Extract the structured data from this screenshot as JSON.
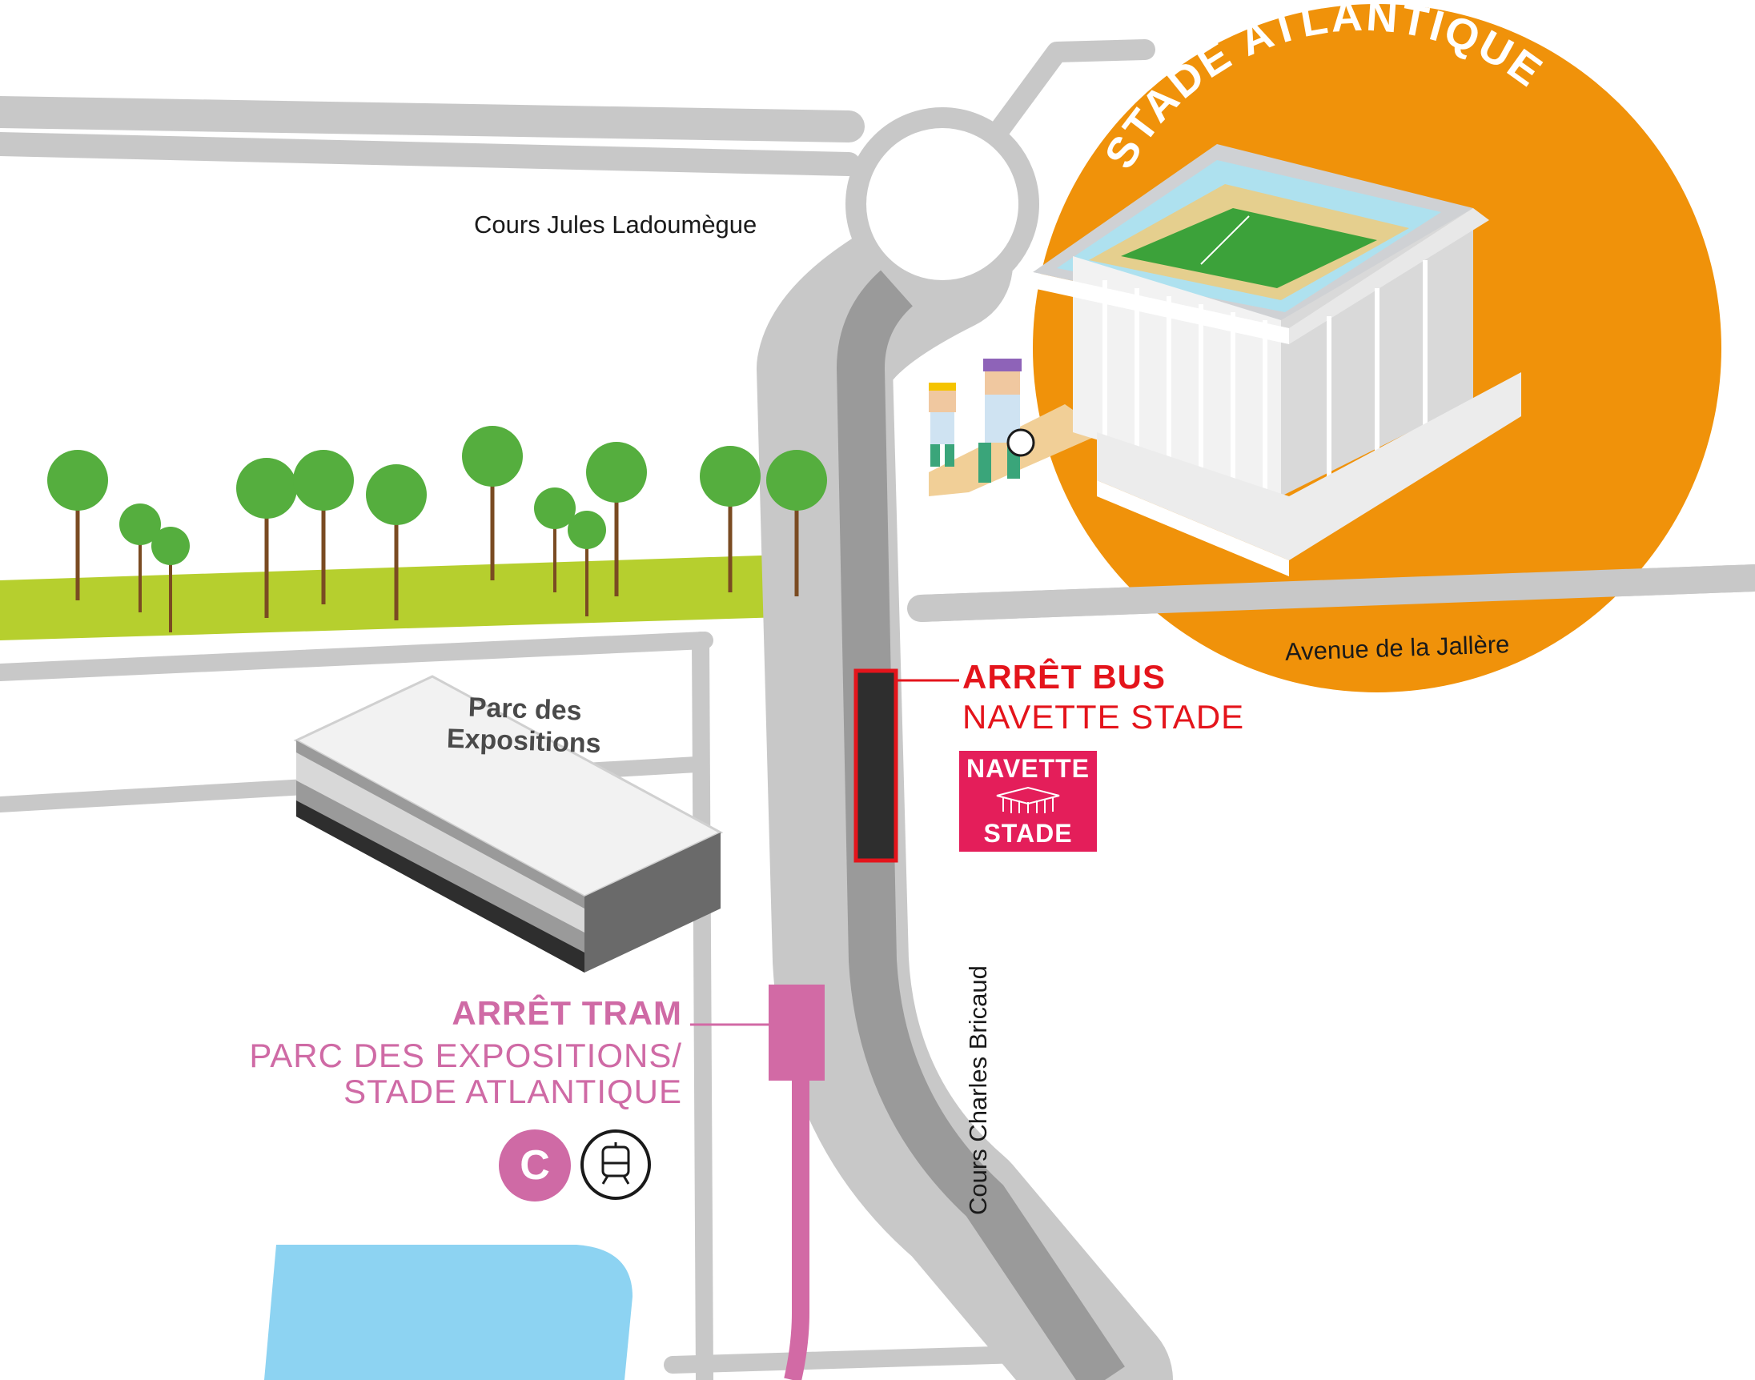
{
  "map": {
    "title": "Stade Atlantique access map",
    "colors": {
      "road": "#c8c8c8",
      "shuttle_lane": "#9a9a9a",
      "grass": "#b6cf2e",
      "water": "#8dd3f2",
      "stadium_disc": "#f0920a",
      "tram_line": "#d26aa5",
      "bus_accent": "#e4141b",
      "navette_badge": "#e41e5a",
      "bus_stop_fill": "#2e2e2e",
      "walkway": "#f1cf97"
    }
  },
  "landmarks": {
    "stadium": {
      "name": "STADE ATLANTIQUE"
    },
    "expo": {
      "line1": "Parc des",
      "line2": "Expositions"
    }
  },
  "streets": {
    "north": "Cours Jules Ladoumègue",
    "east": "Avenue de  la Jallère",
    "main": "Cours Charles Bricaud"
  },
  "bus_stop": {
    "title": "ARRÊT BUS",
    "subtitle": "NAVETTE STADE",
    "badge_line1": "NAVETTE",
    "badge_line2": "STADE",
    "badge_icon": "stadium-icon"
  },
  "tram_stop": {
    "title": "ARRÊT TRAM",
    "subtitle_line1": "PARC DES EXPOSITIONS/",
    "subtitle_line2": "STADE ATLANTIQUE",
    "line_letter": "C",
    "mode_icon": "tram-icon"
  }
}
